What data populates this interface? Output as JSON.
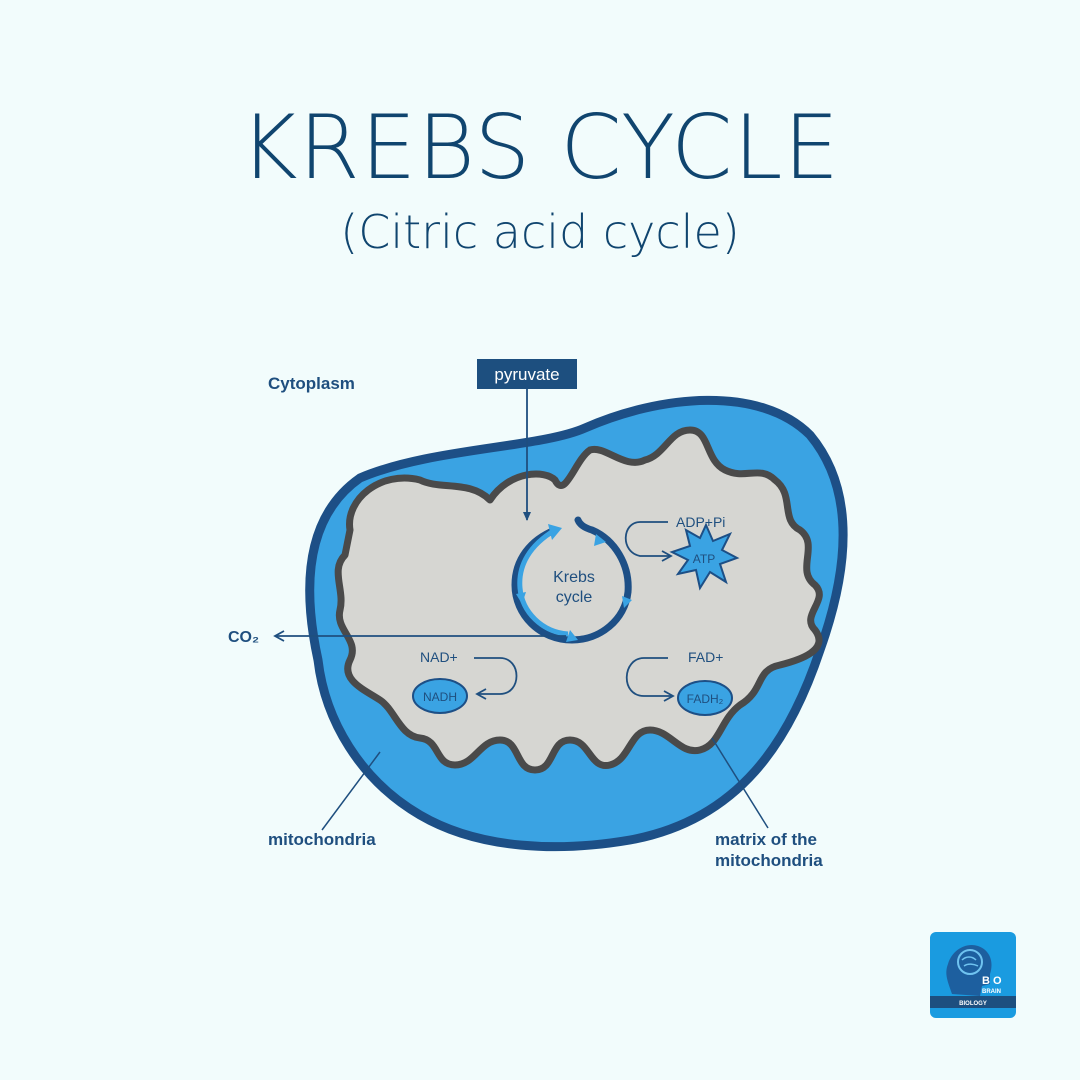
{
  "title": "KREBS CYCLE",
  "subtitle": "(Citric acid cycle)",
  "labels": {
    "cytoplasm": "Cytoplasm",
    "pyruvate": "pyruvate",
    "krebs_line1": "Krebs",
    "krebs_line2": "cycle",
    "adp_pi": "ADP+Pi",
    "atp": "ATP",
    "co2": "CO₂",
    "nad_plus": "NAD+",
    "nadh": "NADH",
    "fad_plus": "FAD+",
    "fadh2": "FADH₂",
    "mitochondria": "mitochondria",
    "matrix_line1": "matrix of the",
    "matrix_line2": "mitochondria"
  },
  "logo": {
    "text_bio": "B O",
    "text_brain": "BRAIN",
    "text_biology": "BIOLOGY"
  },
  "colors": {
    "background": "#f2fcfc",
    "title": "#10456f",
    "outer_membrane": "#1d4f86",
    "intermembrane": "#3aa3e3",
    "matrix": "#d6d6d2",
    "inner_membrane": "#4a4a4a",
    "accent_blue": "#2f8fd6"
  }
}
